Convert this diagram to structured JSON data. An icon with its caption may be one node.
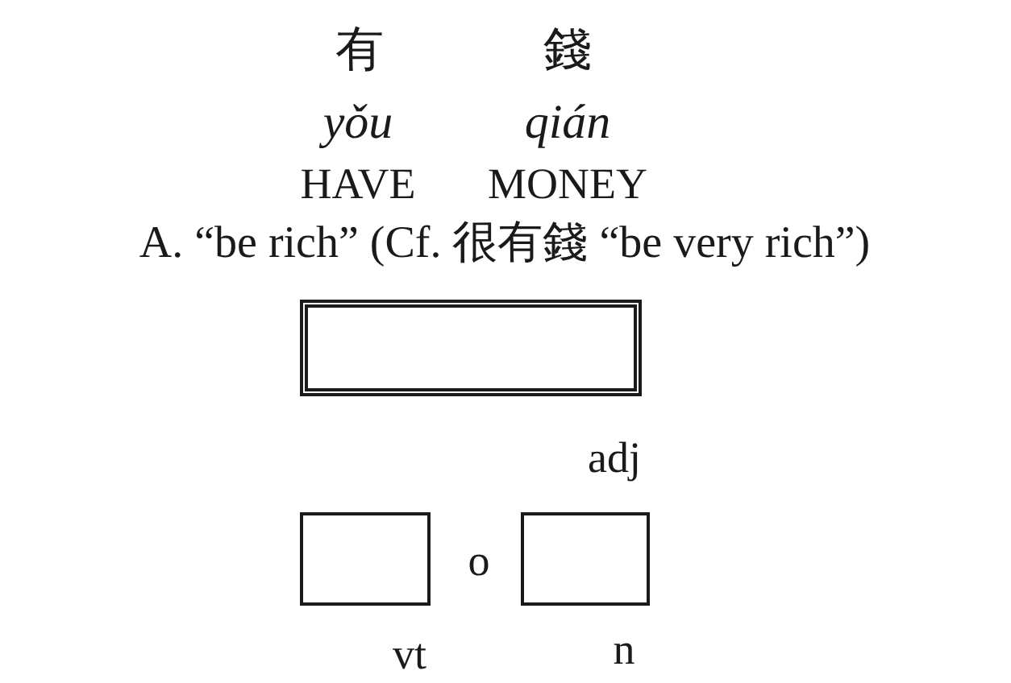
{
  "diagram": {
    "nodes": [
      {
        "text": [],
        "shape": "box"
      },
      {
        "text": [],
        "shape": "box"
      },
      {
        "text": [],
        "shape": "box"
      }
    ],
    "edges": [],
    "labels": [
      "有",
      "錢",
      "yǒu",
      "qián",
      "HAVE",
      "MONEY",
      "A. “be rich” (Cf. 很有錢 “be very rich”)",
      "adj",
      "o",
      "vt",
      "n"
    ]
  }
}
